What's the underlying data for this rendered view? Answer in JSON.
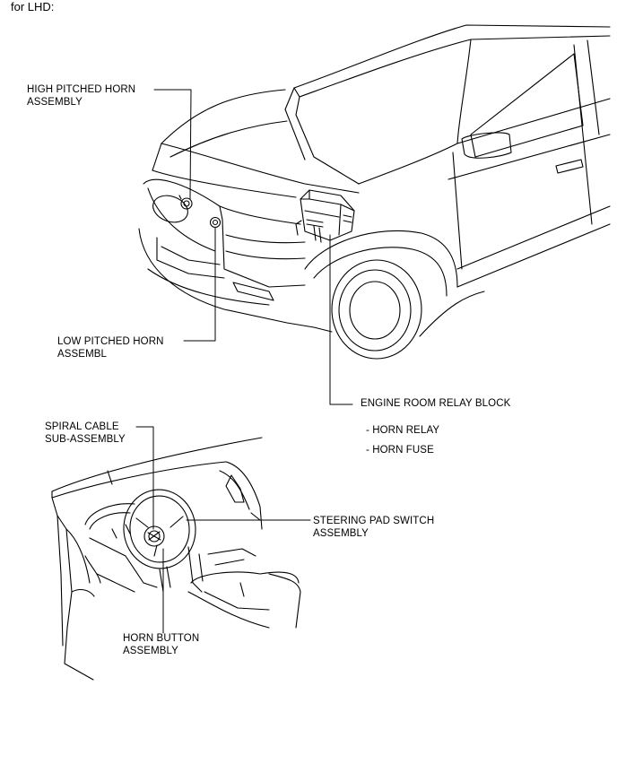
{
  "header": "for LHD:",
  "labels": {
    "high_horn": [
      "HIGH PITCHED HORN",
      "ASSEMBLY"
    ],
    "low_horn": [
      "LOW PITCHED HORN",
      "ASSEMBL"
    ],
    "relay_block": "ENGINE ROOM RELAY BLOCK",
    "relay_items": [
      "- HORN RELAY",
      "- HORN FUSE"
    ],
    "spiral_cable": [
      "SPIRAL CABLE",
      "SUB-ASSEMBLY"
    ],
    "steering_pad": [
      "STEERING PAD SWITCH",
      "ASSEMBLY"
    ],
    "horn_button": [
      "HORN BUTTON",
      "ASSEMBLY"
    ]
  }
}
